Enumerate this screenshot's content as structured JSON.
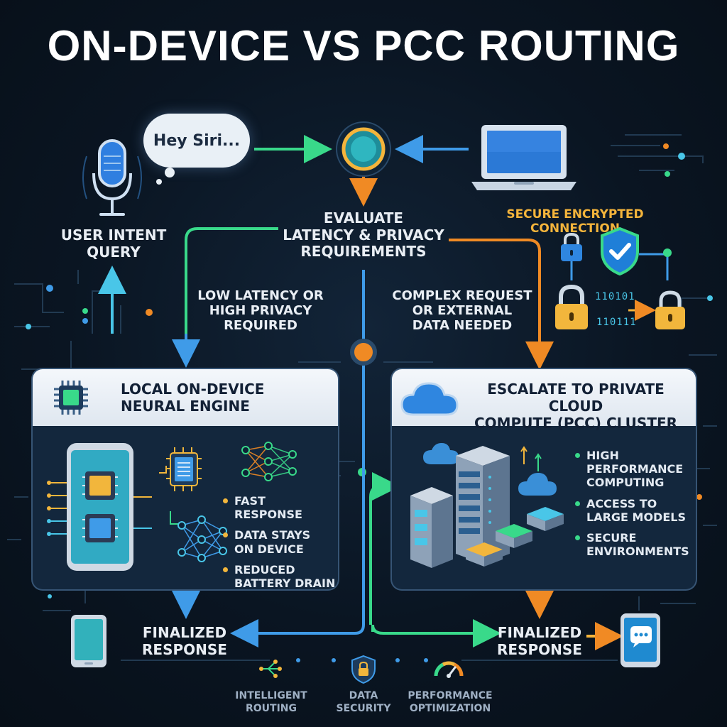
{
  "title": "ON-DEVICE VS PCC ROUTING",
  "bubble_text": "Hey Siri...",
  "user_intent": {
    "line1": "USER INTENT",
    "line2": "QUERY"
  },
  "evaluate": {
    "line1": "EVALUATE",
    "line2": "LATENCY & PRIVACY",
    "line3": "REQUIREMENTS"
  },
  "secure_connection": "SECURE ENCRYPTED CONNECTION",
  "binary": {
    "top": "110101",
    "bottom": "110111"
  },
  "left_branch": {
    "line1": "LOW LATENCY OR",
    "line2": "HIGH PRIVACY",
    "line3": "REQUIRED"
  },
  "right_branch": {
    "line1": "COMPLEX REQUEST",
    "line2": "OR EXTERNAL",
    "line3": "DATA NEEDED"
  },
  "local_panel": {
    "title1": "LOCAL ON-DEVICE",
    "title2": "NEURAL ENGINE",
    "bullets": [
      {
        "line1": "FAST RESPONSE",
        "line2": ""
      },
      {
        "line1": "DATA STAYS",
        "line2": "ON DEVICE"
      },
      {
        "line1": "REDUCED",
        "line2": "BATTERY DRAIN"
      }
    ]
  },
  "cloud_panel": {
    "title1": "ESCALATE TO PRIVATE CLOUD",
    "title2": "COMPUTE (PCC) CLUSTER",
    "bullets": [
      {
        "line1": "HIGH",
        "line2": "PERFORMANCE",
        "line3": "COMPUTING"
      },
      {
        "line1": "ACCESS TO",
        "line2": "LARGE MODELS",
        "line3": ""
      },
      {
        "line1": "SECURE",
        "line2": "ENVIRONMENTS",
        "line3": ""
      }
    ]
  },
  "finalized_left": {
    "line1": "FINALIZED",
    "line2": "RESPONSE"
  },
  "finalized_right": {
    "line1": "FINALIZED",
    "line2": "RESPONSE"
  },
  "footer": [
    {
      "line1": "INTELLIGENT",
      "line2": "ROUTING"
    },
    {
      "line1": "DATA",
      "line2": "SECURITY"
    },
    {
      "line1": "PERFORMANCE",
      "line2": "OPTIMIZATION"
    }
  ],
  "colors": {
    "green": "#39d98a",
    "orange": "#f08a24",
    "blue": "#3f9be8",
    "amber": "#f4b43b",
    "cyan": "#49c6e8"
  }
}
